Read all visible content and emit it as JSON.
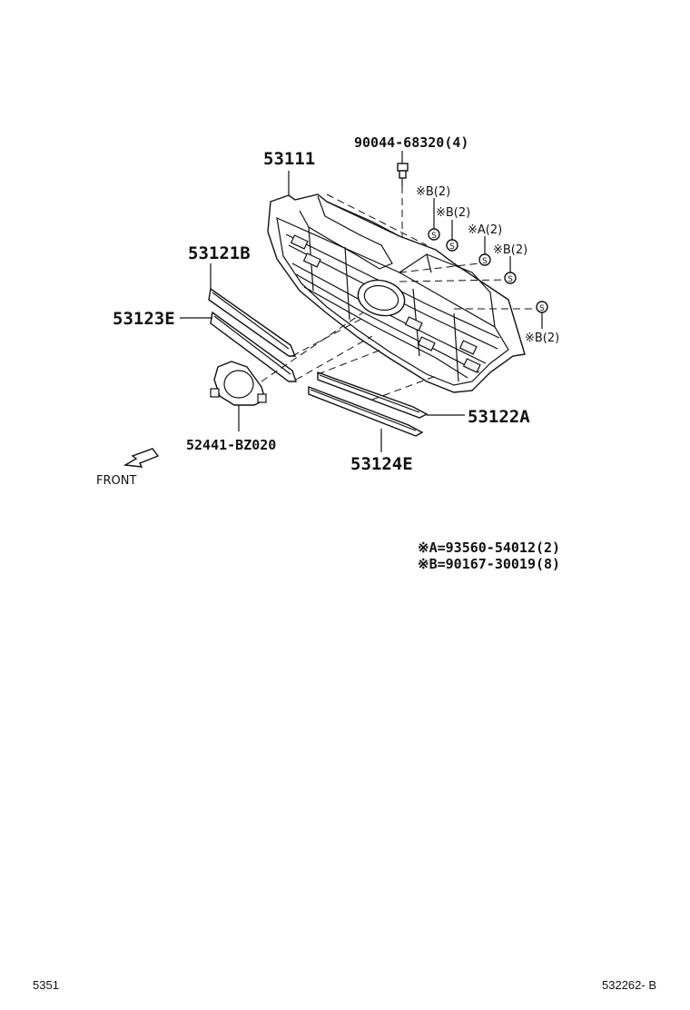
{
  "labels": {
    "bolt": "90044-68320(4)",
    "grille": "53111",
    "molding_upper": "53121B",
    "molding_upper_e": "53123E",
    "emblem_bracket": "52441-BZ020",
    "molding_lower": "53122A",
    "molding_lower_e": "53124E",
    "front": "FRONT",
    "clip_b1": "※B(2)",
    "clip_b2": "※B(2)",
    "clip_a": "※A(2)",
    "clip_b3": "※B(2)",
    "clip_b4": "※B(2)",
    "clip_symbol": "S"
  },
  "legend": {
    "a": "※A=93560-54012(2)",
    "b": "※B=90167-30019(8)"
  },
  "footer": {
    "left": "5351",
    "right": "532262- B"
  }
}
